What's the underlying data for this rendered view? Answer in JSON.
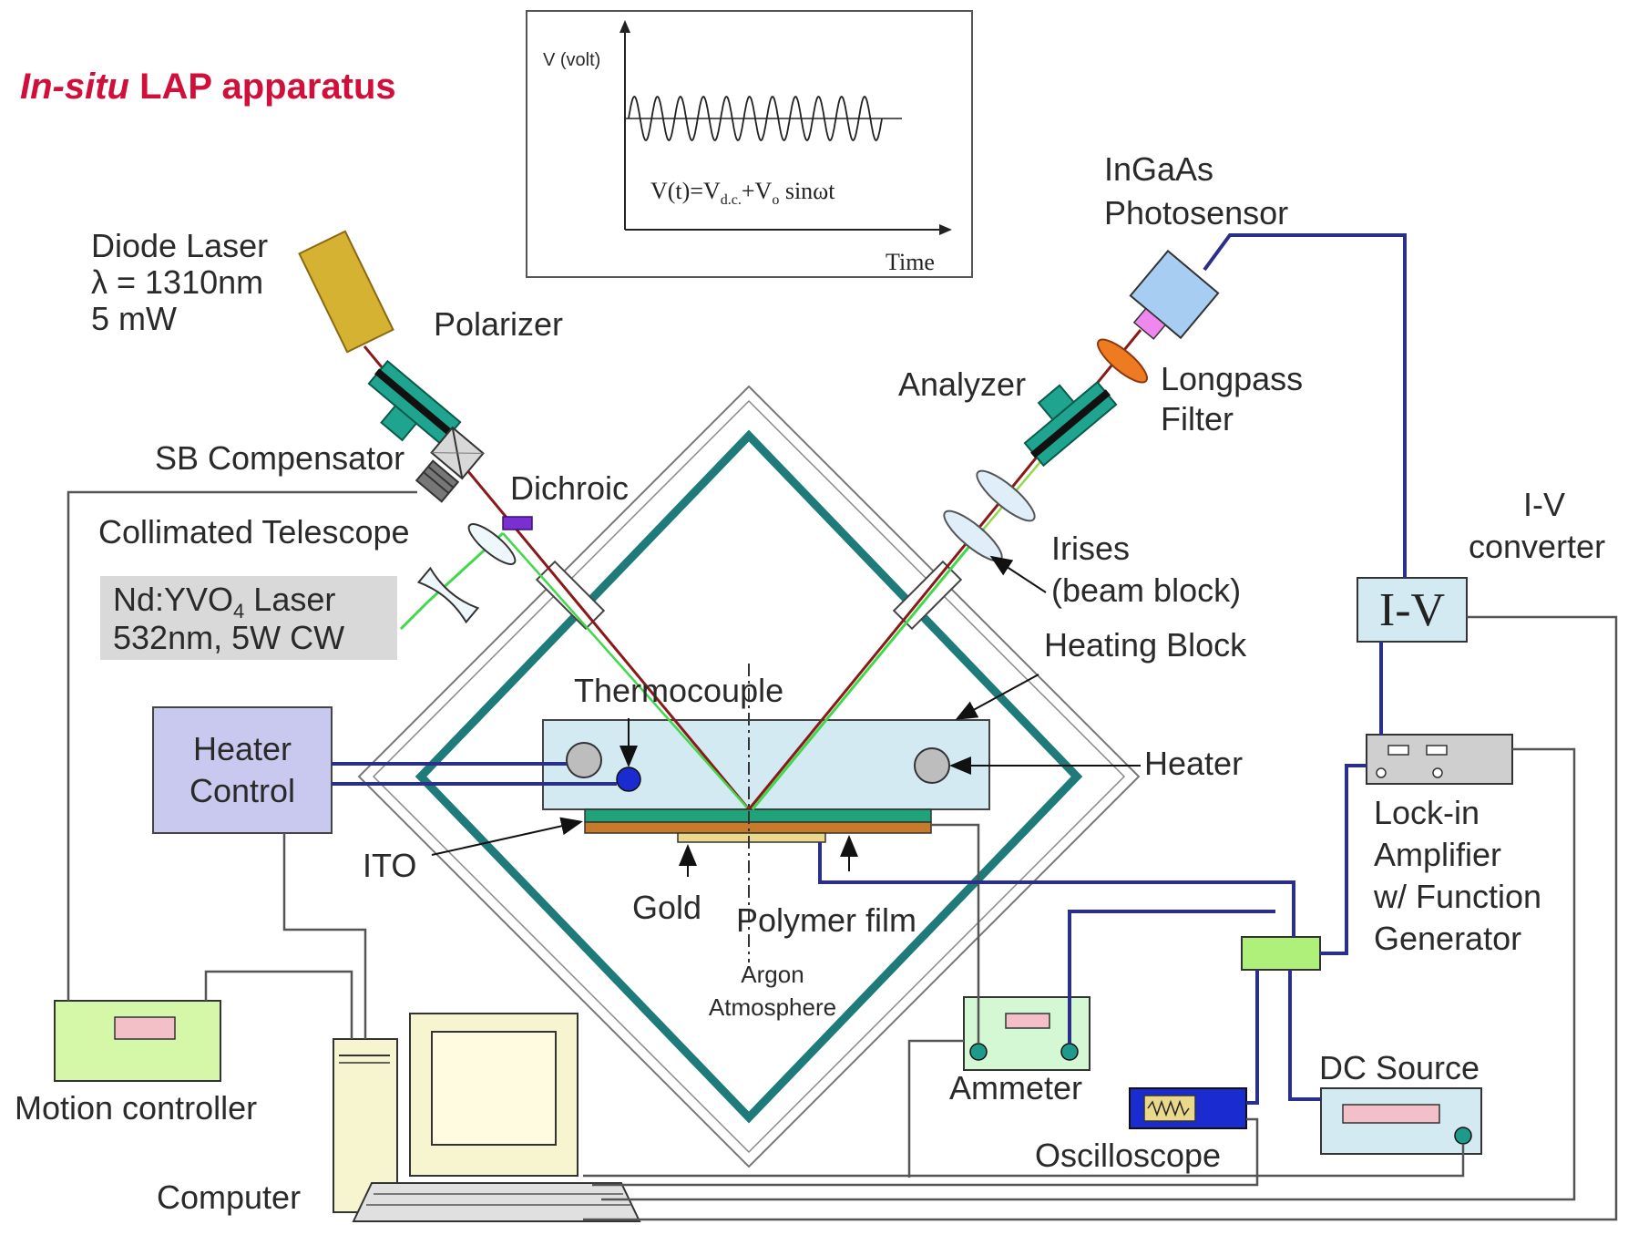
{
  "title": {
    "italic": "In-situ",
    "rest": " LAP apparatus",
    "color": "#d0103a"
  },
  "colors": {
    "chamber": "#1f7a7a",
    "heating_block": "#d4eaf3",
    "ito": "#1fa37a",
    "polymer": "#c77a2a",
    "gold": "#ead98a",
    "wire_blue": "#2a2f8a",
    "laser_red": "#8a1a1a",
    "laser_green": "#3fd94a",
    "optic_teal": "#1fa58f"
  },
  "inset": {
    "ylabel": "V (volt)",
    "xlabel": "Time",
    "equation": {
      "base": "V(t)=V",
      "sub1": "d.c.",
      "mid": "+V",
      "sub2": "o",
      "end": " sinωt"
    }
  },
  "labels": {
    "diode_laser": [
      "Diode Laser",
      "λ = 1310nm",
      "5 mW"
    ],
    "polarizer": "Polarizer",
    "sb_compensator": "SB Compensator",
    "dichroic": "Dichroic",
    "collimated_telescope": "Collimated Telescope",
    "ndyvo4": {
      "line1_a": "Nd:YVO",
      "line1_sub": "4",
      "line1_b": " Laser",
      "line2": "532nm, 5W CW"
    },
    "ingaas": [
      "InGaAs",
      "Photosensor"
    ],
    "analyzer": "Analyzer",
    "longpass": [
      "Longpass",
      "Filter"
    ],
    "irises": [
      "Irises",
      "(beam block)"
    ],
    "iv_converter": [
      "I-V",
      "converter"
    ],
    "iv_box": "I-V",
    "heating_block": "Heating Block",
    "thermocouple": "Thermocouple",
    "heater": "Heater",
    "heater_control": [
      "Heater",
      "Control"
    ],
    "ito": "ITO",
    "gold": "Gold",
    "polymer_film": "Polymer film",
    "argon": [
      "Argon",
      "Atmosphere"
    ],
    "lockin": [
      "Lock-in",
      "Amplifier",
      "w/ Function",
      "Generator"
    ],
    "ammeter": "Ammeter",
    "dc_source": "DC Source",
    "oscilloscope": "Oscilloscope",
    "motion_controller": "Motion controller",
    "computer": "Computer"
  }
}
